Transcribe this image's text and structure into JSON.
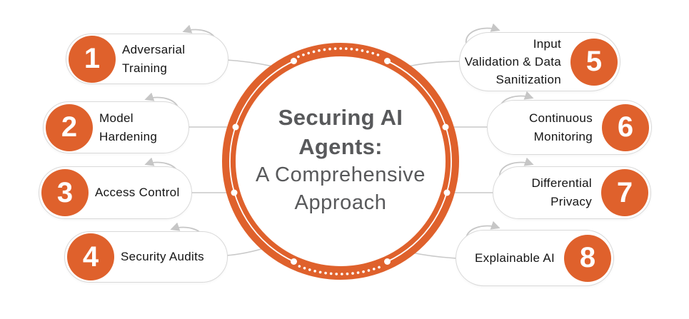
{
  "title": {
    "line1": "Securing AI",
    "line2": "Agents:",
    "line3": "A Comprehensive",
    "line4": "Approach"
  },
  "items": [
    {
      "number": "1",
      "label": "Adversarial Training",
      "lines": [
        "Adversarial",
        "Training"
      ]
    },
    {
      "number": "2",
      "label": "Model Hardening",
      "lines": [
        "Model Hardening"
      ]
    },
    {
      "number": "3",
      "label": "Access Control",
      "lines": [
        "Access Control"
      ]
    },
    {
      "number": "4",
      "label": "Security Audits",
      "lines": [
        "Security Audits"
      ]
    },
    {
      "number": "5",
      "label": "Input Validation & Data Sanitization",
      "lines": [
        "Input",
        "Validation & Data",
        "Sanitization"
      ]
    },
    {
      "number": "6",
      "label": "Continuous Monitoring",
      "lines": [
        "Continuous",
        "Monitoring"
      ]
    },
    {
      "number": "7",
      "label": "Differential Privacy",
      "lines": [
        "Differential",
        "Privacy"
      ]
    },
    {
      "number": "8",
      "label": "Explainable AI",
      "lines": [
        "Explainable AI"
      ]
    }
  ],
  "colors": {
    "accent": "#DF612C",
    "connector": "#C9C9C9",
    "arrow": "#C6C6C6",
    "pill_border": "#D9D9D9",
    "title_text": "#58595B",
    "item_text": "#141414",
    "number_text": "#FFFFFF",
    "background": "#FFFFFF"
  }
}
